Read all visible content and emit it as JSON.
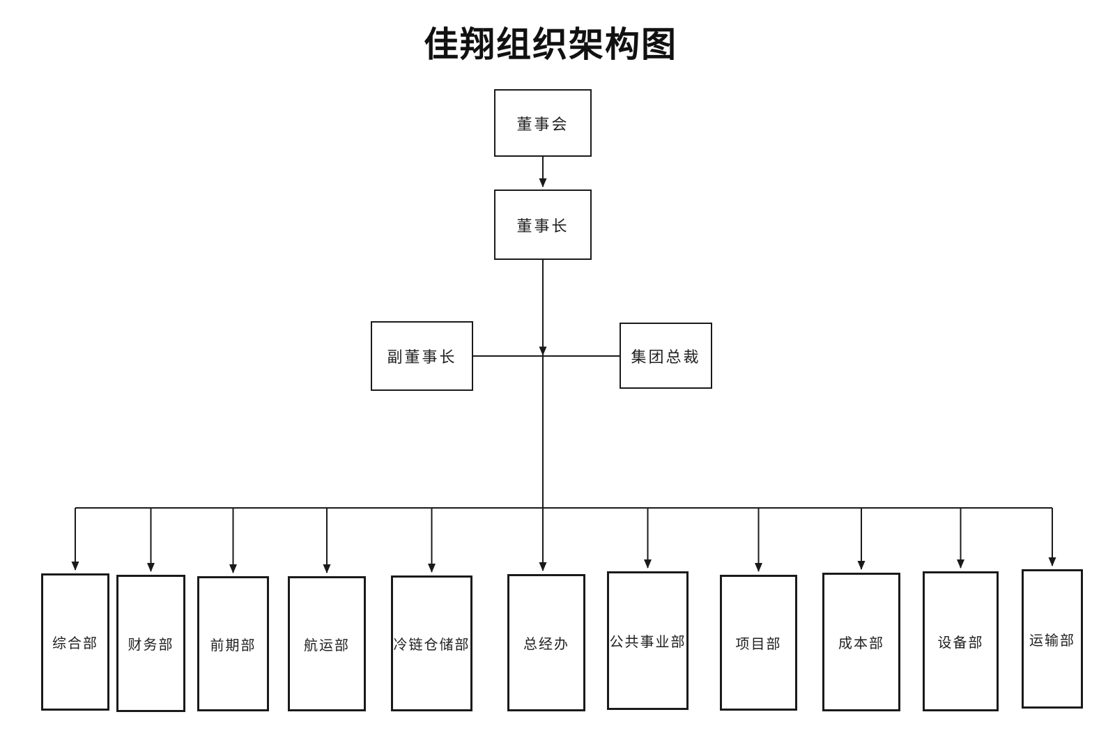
{
  "title": "佳翔组织架构图",
  "colors": {
    "background": "#ffffff",
    "line": "#1a1a1a",
    "text": "#1f1f1f"
  },
  "org": {
    "board": {
      "label": "董事会"
    },
    "chairman": {
      "label": "董事长"
    },
    "executives": {
      "vice_chairman": {
        "label": "副董事长"
      },
      "group_president": {
        "label": "集团总裁"
      }
    },
    "departments": [
      {
        "label": "综合部"
      },
      {
        "label": "财务部"
      },
      {
        "label": "前期部"
      },
      {
        "label": "航运部"
      },
      {
        "label": "冷链仓储部"
      },
      {
        "label": "总经办"
      },
      {
        "label": "公共事业部"
      },
      {
        "label": "项目部"
      },
      {
        "label": "成本部"
      },
      {
        "label": "设备部"
      },
      {
        "label": "运输部"
      }
    ]
  }
}
